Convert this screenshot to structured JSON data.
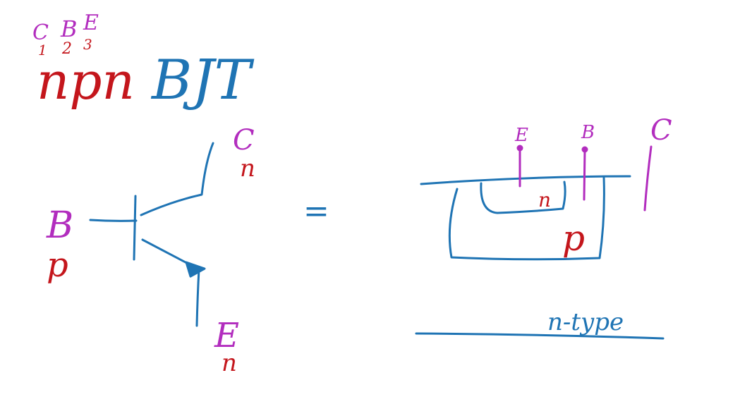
{
  "colors": {
    "blue": "#1f74b4",
    "red": "#c4161c",
    "purple": "#b22dbe"
  },
  "header": {
    "pin_letters": [
      "C",
      "B",
      "E"
    ],
    "pin_numbers": [
      "1",
      "2",
      "3"
    ],
    "type": "npn",
    "title": "BJT"
  },
  "symbol": {
    "collector": {
      "letter": "C",
      "doping": "n"
    },
    "base": {
      "letter": "B",
      "doping": "p"
    },
    "emitter": {
      "letter": "E",
      "doping": "n"
    }
  },
  "equals": "=",
  "cross_section": {
    "terminals": [
      "E",
      "B",
      "C"
    ],
    "emitter_region": "n",
    "base_region": "p",
    "substrate": "n-type"
  }
}
